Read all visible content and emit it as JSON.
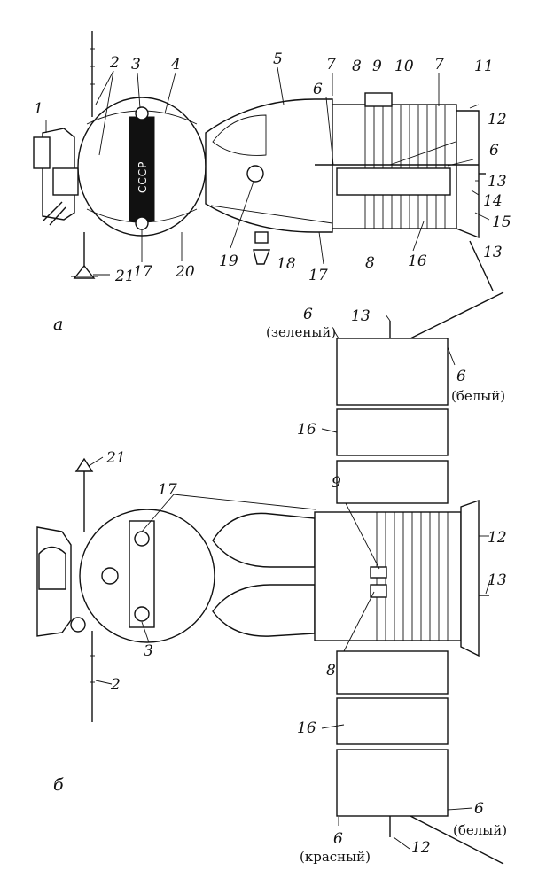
{
  "view_a": {
    "caption": "а",
    "cccp": "СССР",
    "labels": [
      "1",
      "2",
      "3",
      "4",
      "5",
      "6",
      "7",
      "8",
      "9",
      "10",
      "7",
      "11",
      "12",
      "6",
      "13",
      "14",
      "15",
      "13",
      "16",
      "8",
      "17",
      "18",
      "19",
      "17",
      "20",
      "21"
    ]
  },
  "view_b": {
    "caption": "б",
    "labels": [
      "6",
      "13",
      "6",
      "16",
      "21",
      "9",
      "17",
      "12",
      "13",
      "8",
      "3",
      "2",
      "16",
      "6",
      "6",
      "12"
    ],
    "colors": {
      "green": "(зеленый)",
      "white_top": "(белый)",
      "white_bottom": "(белый)",
      "red": "(красный)"
    }
  }
}
